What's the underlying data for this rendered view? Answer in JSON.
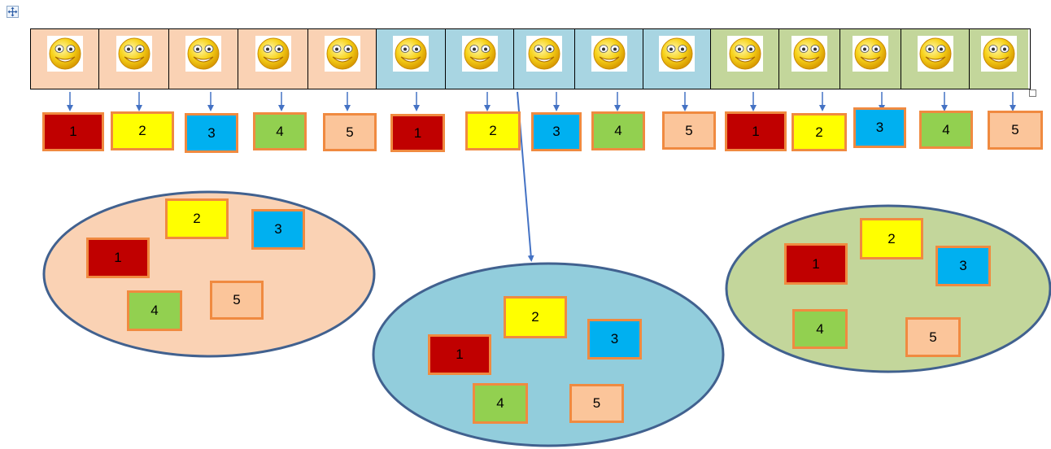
{
  "colors": {
    "peach": "#fad2b4",
    "blue": "#a8d5e2",
    "green": "#c3d69b",
    "card_border": "#f08a40",
    "arrow": "#4472c4",
    "ellipse_border": "#41618f",
    "card_fills": {
      "1": "#c00000",
      "2": "#ffff00",
      "3": "#00b0f0",
      "4": "#92d050",
      "5": "#fbc59a"
    }
  },
  "faces": [
    {
      "group": "peach"
    },
    {
      "group": "peach"
    },
    {
      "group": "peach"
    },
    {
      "group": "peach"
    },
    {
      "group": "peach"
    },
    {
      "group": "blue"
    },
    {
      "group": "blue"
    },
    {
      "group": "blue"
    },
    {
      "group": "blue"
    },
    {
      "group": "blue"
    },
    {
      "group": "green"
    },
    {
      "group": "green"
    },
    {
      "group": "green"
    },
    {
      "group": "green"
    },
    {
      "group": "green"
    }
  ],
  "row_cards": [
    "1",
    "2",
    "3",
    "4",
    "5",
    "1",
    "2",
    "3",
    "4",
    "5",
    "1",
    "2",
    "3",
    "4",
    "5"
  ],
  "groups": [
    {
      "name": "peach",
      "cards": [
        "1",
        "2",
        "3",
        "4",
        "5"
      ]
    },
    {
      "name": "blue",
      "cards": [
        "1",
        "2",
        "3",
        "4",
        "5"
      ]
    },
    {
      "name": "green",
      "cards": [
        "1",
        "2",
        "3",
        "4",
        "5"
      ]
    }
  ],
  "icons": {
    "move_handle": "move-arrows-icon",
    "face": "smiley-face-icon",
    "resize_handle": "resize-handle-icon"
  }
}
